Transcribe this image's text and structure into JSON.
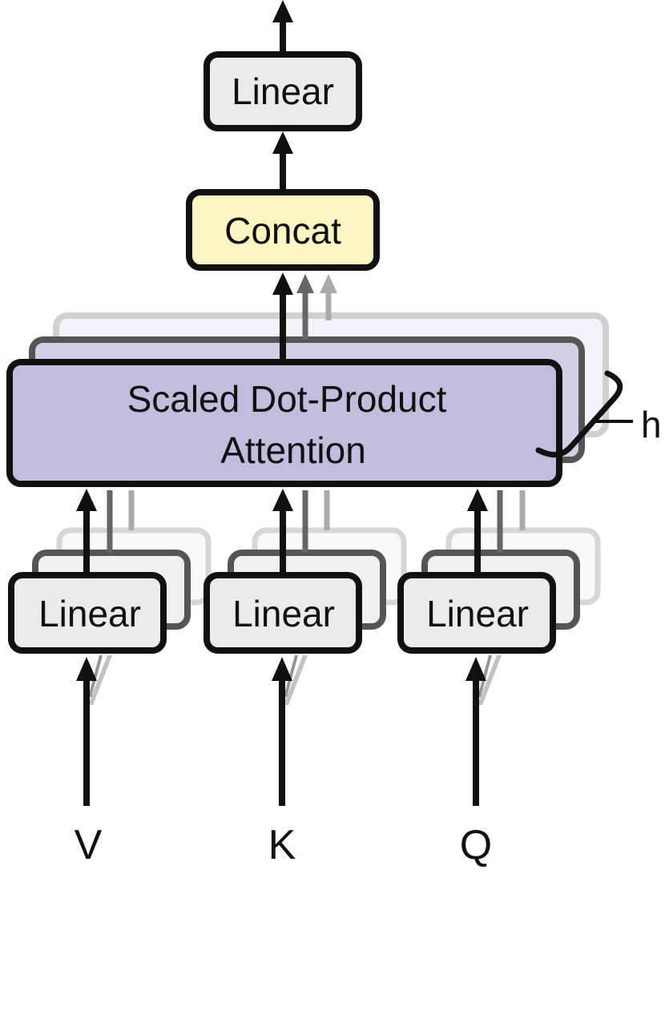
{
  "nodes": {
    "linear_top": {
      "label": "Linear"
    },
    "concat": {
      "label": "Concat"
    },
    "attention": {
      "line1": "Scaled Dot-Product",
      "line2": "Attention"
    },
    "linear_v": {
      "label": "Linear"
    },
    "linear_k": {
      "label": "Linear"
    },
    "linear_q": {
      "label": "Linear"
    }
  },
  "inputs": {
    "v": "V",
    "k": "K",
    "q": "Q"
  },
  "heads_label": "h",
  "colors": {
    "linear_fill": "#e8ecec",
    "concat_fill": "#fbf6c2",
    "attention_fill": "#c4bcdd",
    "stroke": "#111111"
  }
}
